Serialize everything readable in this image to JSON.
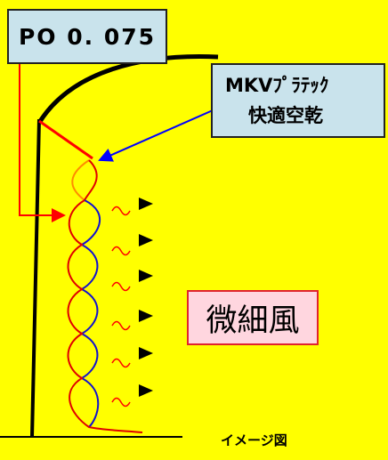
{
  "labels": {
    "po": "PO 0. 075",
    "mkv_line1": "MKVﾌﾟﾗﾃｯｸ",
    "mkv_line2": "快適空乾",
    "wind": "微細風",
    "caption": "イメージ図"
  },
  "colors": {
    "background": "#FFFF00",
    "callout_fill": "#C9E3EC",
    "wind_box_fill": "#FFD6DF",
    "wind_box_border": "#E0232E",
    "hood_line": "#000000",
    "hood_red": "#FF0000",
    "leader_blue": "#0000FF",
    "coil_orange": "#FF8C00",
    "coil_blue": "#1010D0",
    "coil_red": "#E00000",
    "wave_red": "#FF0000",
    "arrowhead": "#000000"
  },
  "icons": [
    "arrow-right-icon",
    "wavy-airflow-icon"
  ]
}
